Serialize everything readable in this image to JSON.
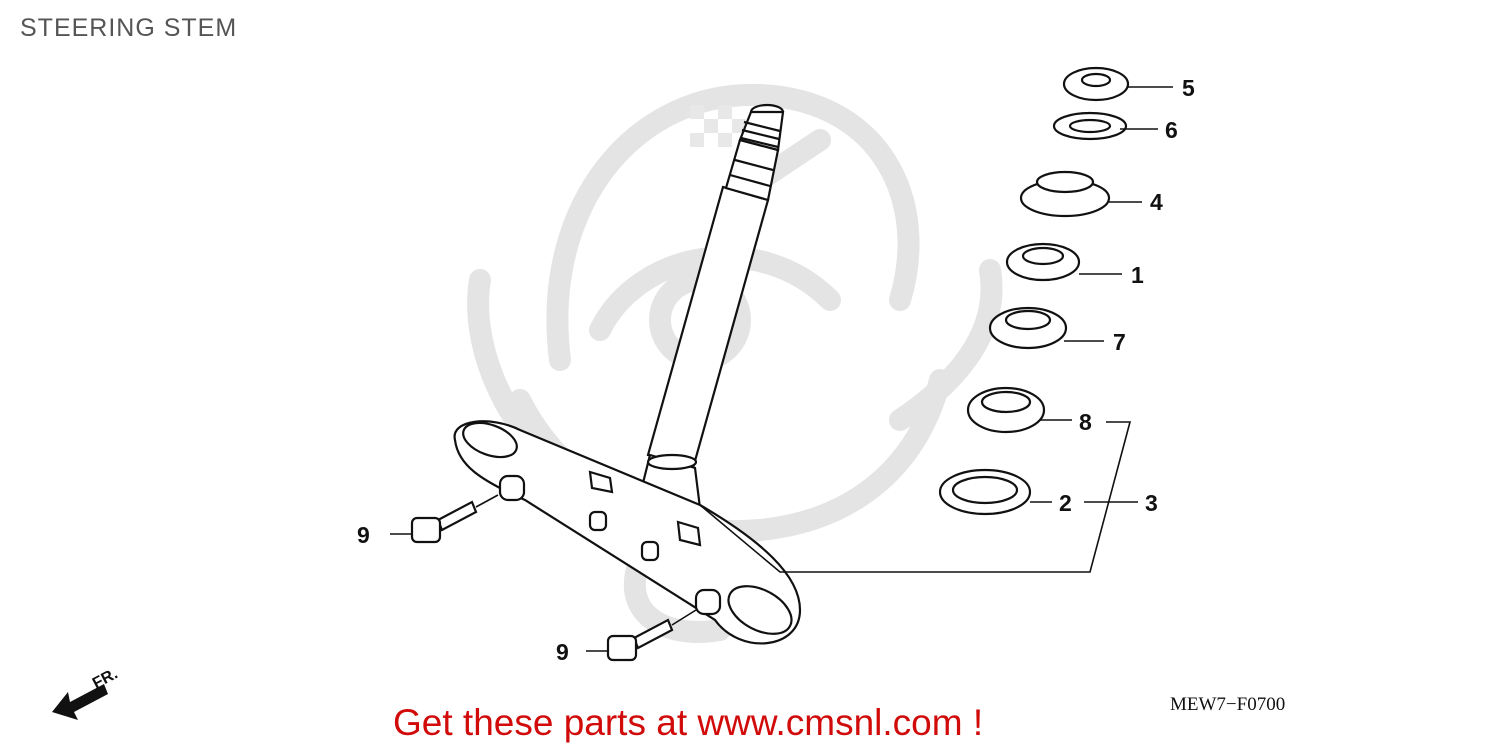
{
  "diagram": {
    "title": "STEERING STEM",
    "drawing_code": "MEW7−F0700",
    "promo_text": "Get these parts at www.cmsnl.com !",
    "direction_label": "FR.",
    "watermark": "cmsnl-mascot-watermark",
    "parts": [
      {
        "ref": "5"
      },
      {
        "ref": "6"
      },
      {
        "ref": "4"
      },
      {
        "ref": "1"
      },
      {
        "ref": "7"
      },
      {
        "ref": "8"
      },
      {
        "ref": "2"
      },
      {
        "ref": "3"
      },
      {
        "ref": "9"
      },
      {
        "ref": "9"
      }
    ],
    "colors": {
      "promo": "#d10a0a",
      "line": "#111111",
      "watermark": "#e3e3e3"
    }
  }
}
